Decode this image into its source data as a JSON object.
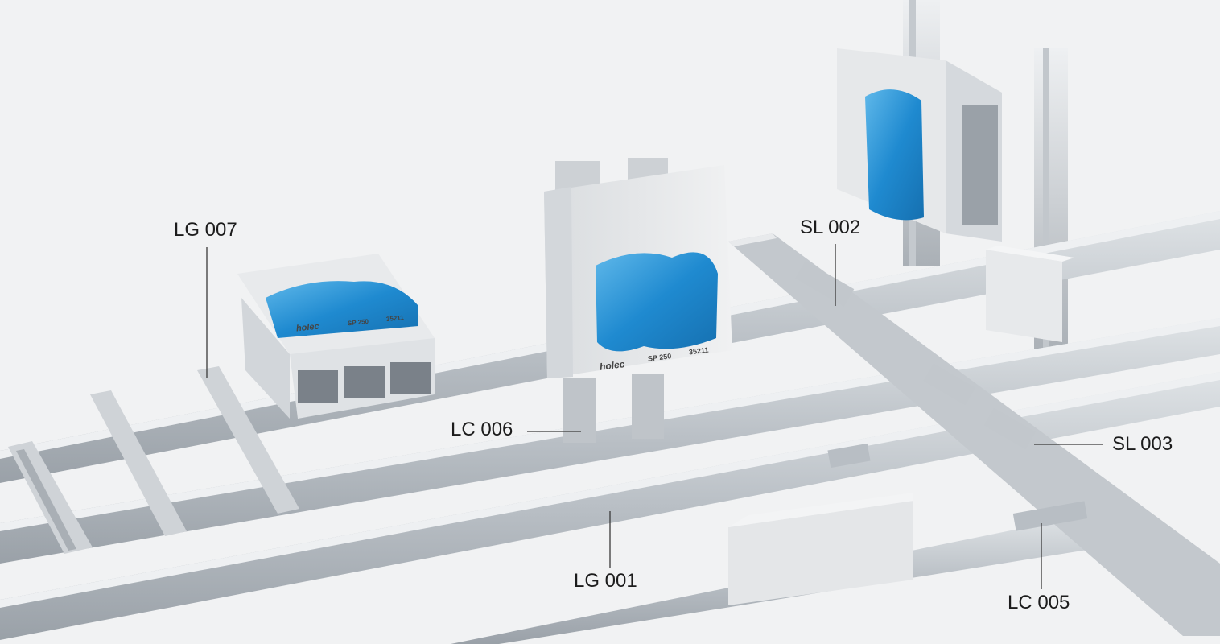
{
  "labels": {
    "lg007": "LG 007",
    "sl002": "SL 002",
    "lc006": "LC 006",
    "sl003": "SL 003",
    "lg001": "LG 001",
    "lc005": "LC 005"
  },
  "device_text": {
    "brand": "holec",
    "model": "SP 250",
    "code": "35211"
  },
  "colors": {
    "background": "#f1f2f3",
    "rail": "#c9ced3",
    "housing": "#e4e6e8",
    "window": "#2a8fd0"
  }
}
